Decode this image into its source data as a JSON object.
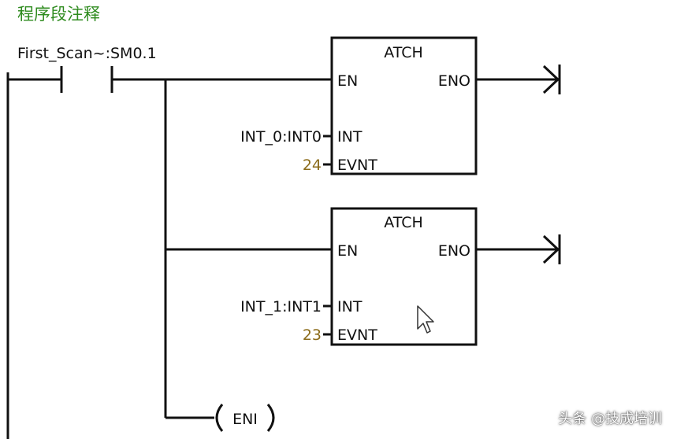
{
  "program_comment": "程序段注释",
  "contact": {
    "label": "First_Scan~:SM0.1"
  },
  "blocks": [
    {
      "title": "ATCH",
      "en": "EN",
      "eno": "ENO",
      "int_label": "INT",
      "int_operand": "INT_0:INT0",
      "evnt_label": "EVNT",
      "evnt_value": "24"
    },
    {
      "title": "ATCH",
      "en": "EN",
      "eno": "ENO",
      "int_label": "INT",
      "int_operand": "INT_1:INT1",
      "evnt_label": "EVNT",
      "evnt_value": "23"
    }
  ],
  "coil": {
    "label": "ENI"
  },
  "watermark": "头条 @技成培训",
  "colors": {
    "comment": "#2e8b1e",
    "constant": "#8b6b1a",
    "line": "#111111"
  }
}
